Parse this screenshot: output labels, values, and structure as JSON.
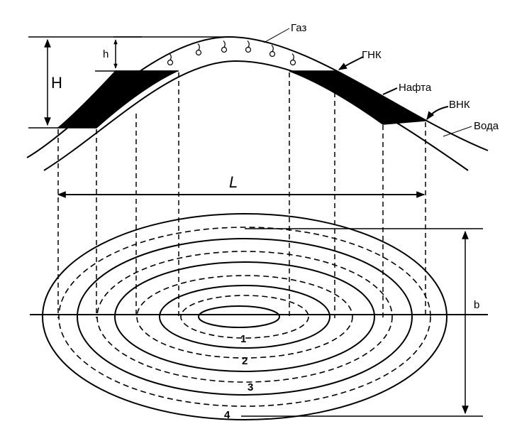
{
  "labels": {
    "gas": "Газ",
    "gnk": "ГНК",
    "oil": "Нафта",
    "vnk": "ВНК",
    "water": "Вода",
    "H": "Н",
    "h": "h",
    "L": "L",
    "b": "b"
  },
  "contours": [
    "1",
    "2",
    "3",
    "4"
  ],
  "colors": {
    "line": "#000000",
    "fill": "#000000",
    "background": "#ffffff"
  }
}
